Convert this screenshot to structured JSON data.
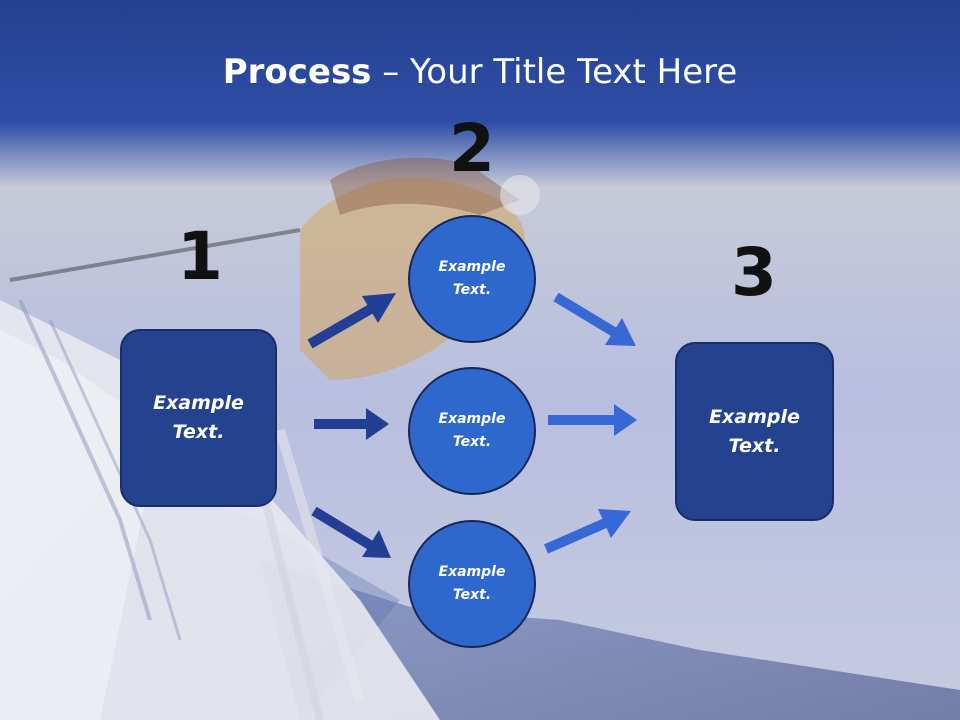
{
  "slide": {
    "title_bold": "Process",
    "title_rest": " – Your Title Text Here",
    "steps": [
      {
        "number": "1",
        "text": "Example Text."
      },
      {
        "number": "2",
        "text": "Example Text."
      },
      {
        "number": "3",
        "text": "Example Text."
      }
    ],
    "circles": [
      {
        "text": "Example Text."
      },
      {
        "text": "Example Text."
      },
      {
        "text": "Example Text."
      }
    ]
  },
  "colors": {
    "header_blue": "#2a4ba8",
    "box_fill": "#24428e",
    "circle_fill": "#2f68cc",
    "arrow_dark": "#233f93",
    "arrow_light": "#3669d6",
    "number_text": "#111111"
  }
}
